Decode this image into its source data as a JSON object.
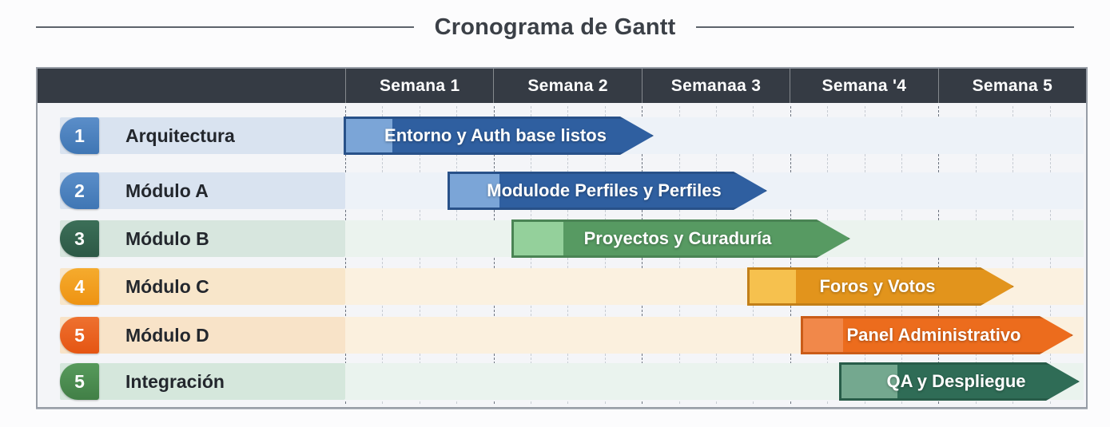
{
  "title": "Cronograma de Gantt",
  "chart_data": {
    "type": "bar",
    "variant": "gantt",
    "title": "Cronograma de Gantt",
    "week_labels": [
      "Semana 1",
      "Semana 2",
      "Semanaa 3",
      "Semana '4",
      "Semana 5"
    ],
    "x_axis_units": "weeks from project start",
    "xlim_weeks": [
      0,
      5
    ],
    "grid": "dashed vertical lines, 4 subdivisions per week, darker dashed line at week boundaries",
    "legend": "none",
    "tasks": [
      {
        "id": "1",
        "name": "Arquitectura",
        "bar_label": "Entorno y Auth base listos",
        "start_week": 0.0,
        "end_week": 2.1,
        "bar_color": "#2f5fa0",
        "bar_segment_color": "#7ba5d7",
        "badge_color": "#4a80bf",
        "row_tint": "#d9e3f0"
      },
      {
        "id": "2",
        "name": "Módulo A",
        "bar_label": "Modulode Perfiles y Perfiles",
        "start_week": 0.7,
        "end_week": 2.8,
        "bar_color": "#2f5fa0",
        "bar_segment_color": "#7ba5d7",
        "badge_color": "#4a80bf",
        "row_tint": "#d9e3f0"
      },
      {
        "id": "3",
        "name": "Módulo B",
        "bar_label": "Proyectos y Curaduría",
        "start_week": 1.1,
        "end_week": 3.4,
        "bar_color": "#579a62",
        "bar_segment_color": "#94d09b",
        "badge_color": "#34624d",
        "row_tint": "#d7e6de"
      },
      {
        "id": "4",
        "name": "Módulo C",
        "bar_label": "Foros y Votos",
        "start_week": 2.7,
        "end_week": 4.5,
        "bar_color": "#e2941c",
        "bar_segment_color": "#f6c14e",
        "badge_color": "#f2a121",
        "row_tint": "#f8e6ca"
      },
      {
        "id": "5",
        "name": "Módulo D",
        "bar_label": "Panel Administrativo",
        "start_week": 3.1,
        "end_week": 4.9,
        "bar_color": "#ec6c1d",
        "bar_segment_color": "#f1884a",
        "badge_color": "#ea6321",
        "row_tint": "#f8e3c8"
      },
      {
        "id": "5",
        "name": "Integración",
        "bar_label": "QA y Despliegue",
        "start_week": 3.3,
        "end_week": 4.95,
        "bar_color": "#2f6c56",
        "bar_segment_color": "#74a88f",
        "badge_color": "#4c8c51",
        "row_tint": "#d5e7dc"
      }
    ]
  },
  "colors": {
    "header_bg": "#353b44",
    "header_text": "#ffffff",
    "title_text": "#3b4047",
    "table_border": "#979da6",
    "plan_bg": "#f7f8fa",
    "minor_gridline": "#c7ccd3",
    "week_gridline": "#6d7480"
  }
}
